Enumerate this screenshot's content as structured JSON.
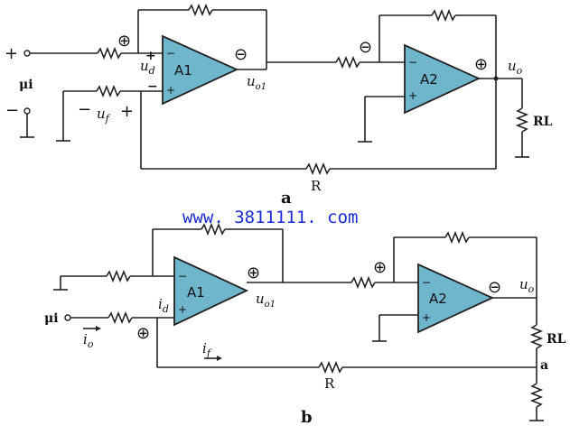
{
  "watermark": "www. 3811111. com",
  "circuit_a": {
    "caption": "a",
    "amp1": "A1",
    "amp2": "A2",
    "input_label": "μi",
    "input_plus": "+",
    "input_minus": "−",
    "ud": "u",
    "ud_sub": "d",
    "uf": "u",
    "uf_sub": "f",
    "uo1": "u",
    "uo1_sub": "o1",
    "uo": "u",
    "uo_sub": "o",
    "load": "RL",
    "feedback_resistor": "R",
    "sign_plus": "+",
    "sign_minus": "−"
  },
  "circuit_b": {
    "caption": "b",
    "amp1": "A1",
    "amp2": "A2",
    "input_label": "μi",
    "id": "i",
    "id_sub": "d",
    "io": "i",
    "io_sub": "o",
    "if": "i",
    "if_sub": "f",
    "uo1": "u",
    "uo1_sub": "o1",
    "uo": "u",
    "uo_sub": "o",
    "load": "RL",
    "node": "a",
    "feedback_resistor": "R"
  }
}
